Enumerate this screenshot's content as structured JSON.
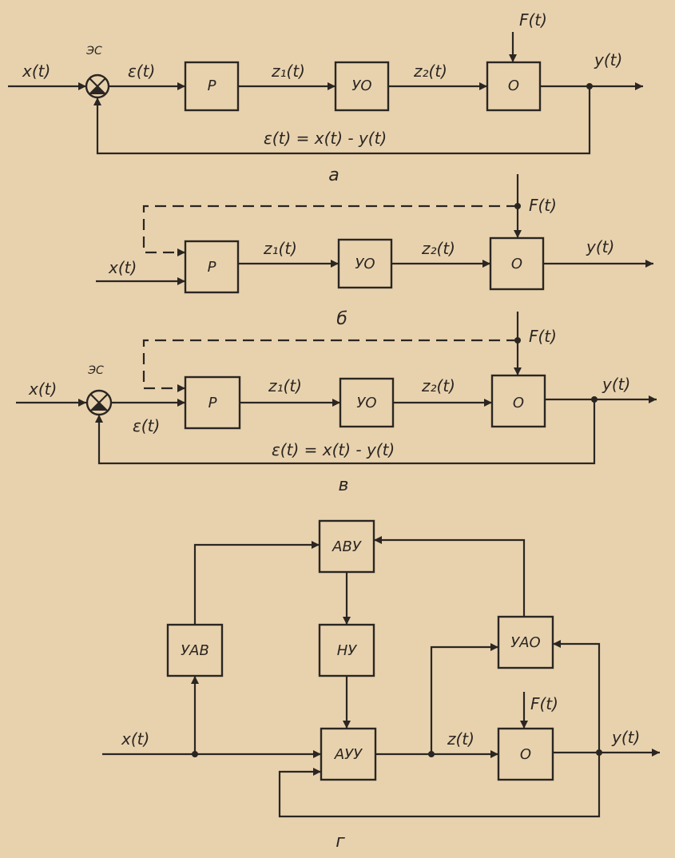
{
  "colors": {
    "paper": "#e8d2ae",
    "ink": "#2b2622"
  },
  "diagram_a": {
    "x": "x(t)",
    "es": "ЭС",
    "eps": "ε(t)",
    "p": "P",
    "z1": "z₁(t)",
    "uo": "УО",
    "z2": "z₂(t)",
    "o": "О",
    "f": "F(t)",
    "y": "y(t)",
    "eq": "ε(t) = x(t) - y(t)",
    "caption": "а"
  },
  "diagram_b": {
    "x": "x(t)",
    "p": "P",
    "z1": "z₁(t)",
    "uo": "УО",
    "z2": "z₂(t)",
    "o": "О",
    "f": "F(t)",
    "y": "y(t)",
    "caption": "б"
  },
  "diagram_v": {
    "x": "x(t)",
    "es": "ЭС",
    "eps": "ε(t)",
    "p": "P",
    "z1": "z₁(t)",
    "uo": "УО",
    "z2": "z₂(t)",
    "o": "О",
    "f": "F(t)",
    "y": "y(t)",
    "eq": "ε(t) = x(t) - y(t)",
    "caption": "в"
  },
  "diagram_g": {
    "avu": "АВУ",
    "uav": "УАВ",
    "nu": "НУ",
    "uao": "УАО",
    "ayy": "АУУ",
    "o": "О",
    "x": "x(t)",
    "z": "z(t)",
    "f": "F(t)",
    "y": "y(t)",
    "caption": "г"
  }
}
